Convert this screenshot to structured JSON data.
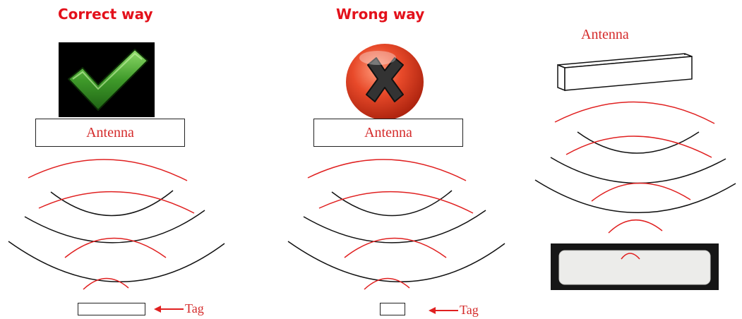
{
  "panels": [
    {
      "heading": "Correct way",
      "antenna_label": "Antenna",
      "tag_label": "Tag",
      "icon": "green-checkmark-icon"
    },
    {
      "heading": "Wrong way",
      "antenna_label": "Antenna",
      "tag_label": "Tag",
      "icon": "red-x-icon"
    },
    {
      "heading": "",
      "antenna_label": "Antenna",
      "tag_label": "",
      "icon": ""
    }
  ],
  "colors": {
    "heading": "#e3111b",
    "label": "#d42a2a",
    "wave_red": "#e02020",
    "wave_black": "#111111"
  }
}
